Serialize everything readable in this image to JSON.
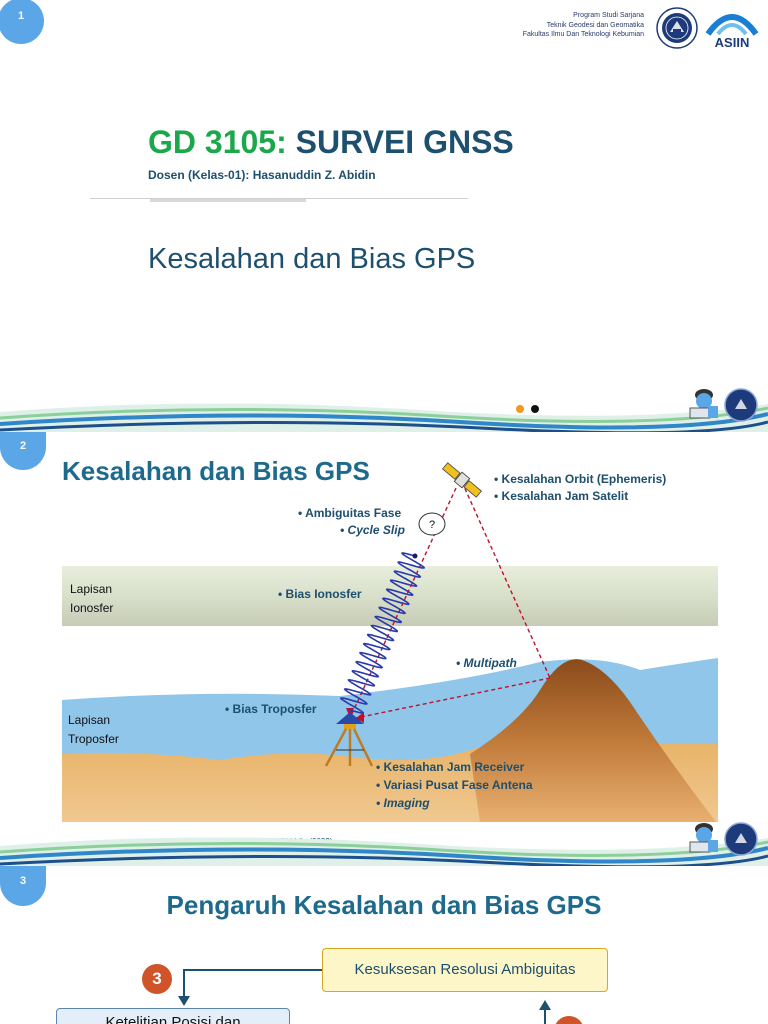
{
  "slide1": {
    "number": "1",
    "institution": [
      "Program Studi Sarjana",
      "Teknik Geodesi dan Geomatika",
      "Fakultas Ilmu Dan Teknologi Kebumian"
    ],
    "asiin_label": "ASIIN",
    "course_code": "GD 3105:",
    "course_name": "SURVEI GNSS",
    "lecturer": "Dosen (Kelas-01): Hasanuddin Z. Abidin",
    "subtitle": "Kesalahan dan Bias GPS",
    "colors": {
      "green": "#1aa84b",
      "navy": "#1d4f6e",
      "orange_dot": "#f29a1e",
      "black_dot": "#111111"
    }
  },
  "slide2": {
    "number": "2",
    "title": "Kesalahan dan Bias GPS",
    "layer_ionosphere": [
      "Lapisan",
      "Ionosfer"
    ],
    "layer_troposphere": [
      "Lapisan",
      "Troposfer"
    ],
    "satellite_errors": [
      "• Kesalahan Orbit (Ephemeris)",
      "• Kesalahan Jam Satelit"
    ],
    "ambiguity": "• Ambiguitas Fase",
    "cycle_slip": "• Cycle Slip",
    "question_mark": "?",
    "iono_bias": "• Bias Ionosfer",
    "multipath": "• Multipath",
    "tropo_bias": "• Bias Troposfer",
    "receiver_errors": [
      "• Kesalahan Jam Receiver",
      "• Variasi Pusat Fase Antena",
      "• Imaging"
    ],
    "version": "Versi Slide: HZAbidin (2023)"
  },
  "slide3": {
    "number": "3",
    "title": "Pengaruh Kesalahan dan Bias GPS",
    "box_top": "Kesuksesan Resolusi Ambiguitas",
    "badge": "3",
    "box_left": "Ketelitian Posisi dan"
  }
}
